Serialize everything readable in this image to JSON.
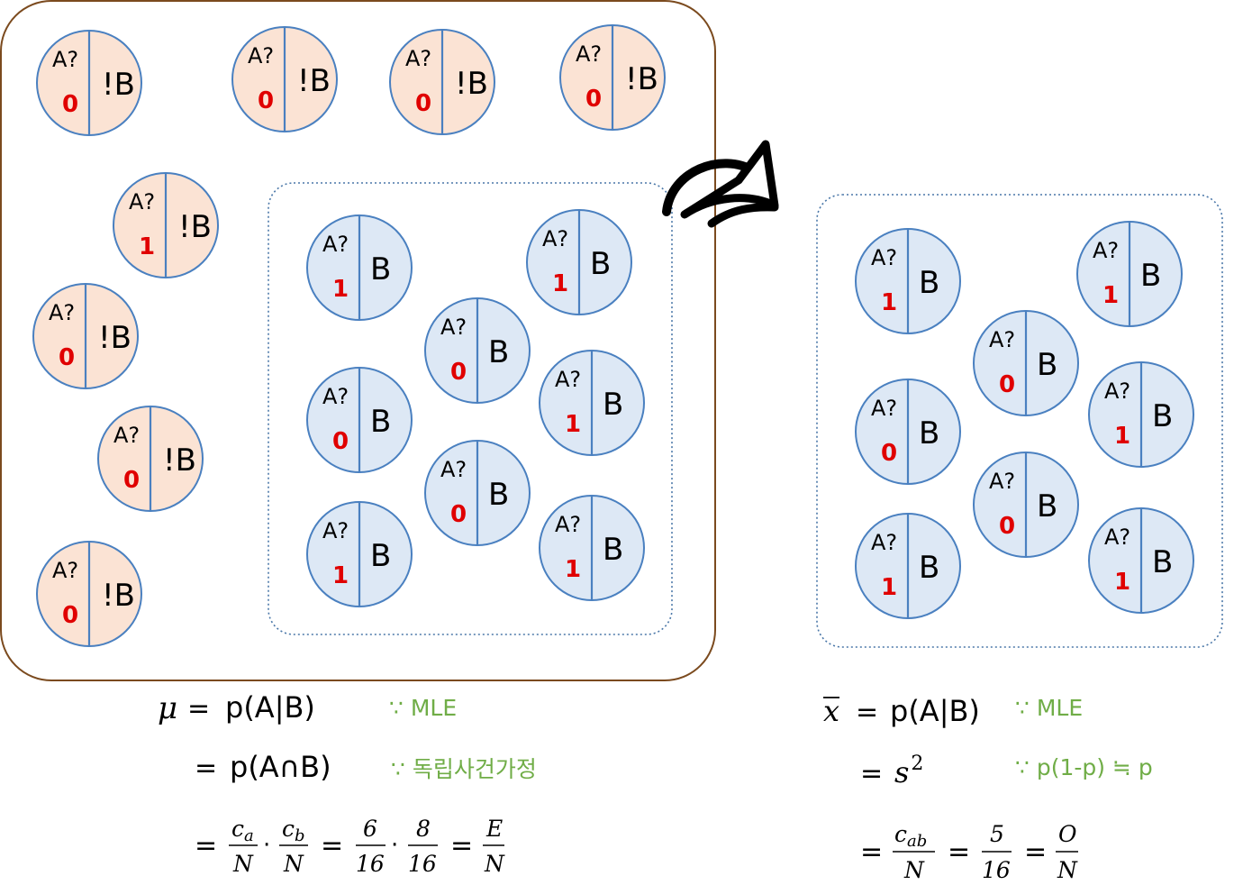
{
  "circle_labels": {
    "query": "A?",
    "not_b": "!B",
    "b": "B"
  },
  "colors": {
    "outer_frame": "#7b4a1e",
    "dotted_frame": "#4a77a8",
    "not_b_fill": "#fbe3d4",
    "b_fill": "#dde8f5",
    "circle_stroke": "#4a80c0",
    "value_red": "#e00000",
    "note_green": "#70ad47",
    "text": "#000000"
  },
  "left_group": {
    "not_b_values": [
      "0",
      "0",
      "0",
      "0",
      "1",
      "0",
      "0",
      "0"
    ],
    "b_values": [
      "1",
      "1",
      "0",
      "1",
      "0",
      "0",
      "1",
      "1"
    ]
  },
  "right_group": {
    "b_values": [
      "1",
      "1",
      "0",
      "1",
      "0",
      "0",
      "1",
      "1"
    ]
  },
  "arrow": {
    "icon": "curved-arrow-right-icon"
  },
  "left_equations": {
    "mu": "μ",
    "eq": "=",
    "line1_rhs": "p(A|B)",
    "line1_note": "∵ MLE",
    "line2_rhs": "p(A∩B)",
    "line2_note": "∵ 독립사건가정",
    "frac1_num_base": "c",
    "frac1_num_sub": "a",
    "frac1_den": "N",
    "dot": "·",
    "frac2_num_base": "c",
    "frac2_num_sub": "b",
    "frac2_den": "N",
    "frac3_num": "6",
    "frac3_den": "16",
    "frac4_num": "8",
    "frac4_den": "16",
    "frac5_num": "E",
    "frac5_den": "N"
  },
  "right_equations": {
    "xbar": "x",
    "eq": "=",
    "line1_rhs": "p(A|B)",
    "line1_note": "∵ MLE",
    "line2_base": "s",
    "line2_exp": "2",
    "line2_note": "∵ p(1-p) ≒ p",
    "frac1_num_base": "c",
    "frac1_num_sub": "ab",
    "frac1_den": "N",
    "frac2_num": "5",
    "frac2_den": "16",
    "frac3_num": "O",
    "frac3_den": "N"
  }
}
